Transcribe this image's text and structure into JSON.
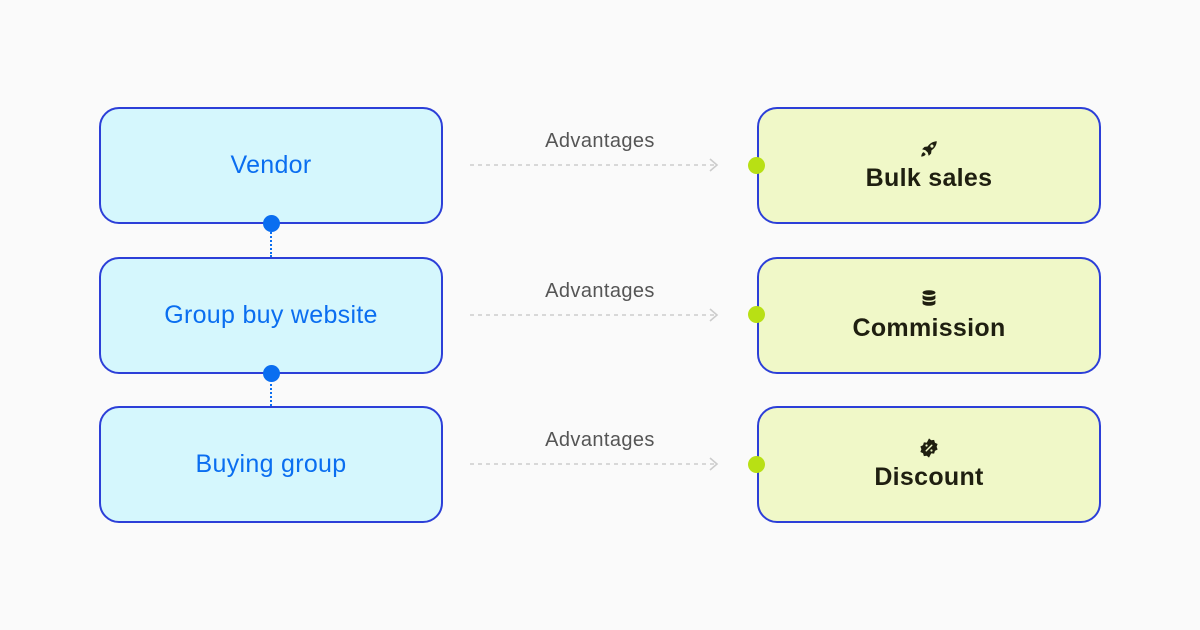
{
  "diagram": {
    "nodes_left": [
      {
        "label": "Vendor"
      },
      {
        "label": "Group buy website"
      },
      {
        "label": "Buying group"
      }
    ],
    "nodes_right": [
      {
        "label": "Bulk sales",
        "icon": "rocket-icon"
      },
      {
        "label": "Commission",
        "icon": "coin-stack-icon"
      },
      {
        "label": "Discount",
        "icon": "discount-badge-icon"
      }
    ],
    "edges": [
      {
        "label": "Advantages"
      },
      {
        "label": "Advantages"
      },
      {
        "label": "Advantages"
      }
    ],
    "colors": {
      "border": "#2c3fd8",
      "left_fill": "#d5f7fd",
      "left_text": "#0a6ef0",
      "right_fill": "#f0f8c8",
      "right_text": "#1f1f10",
      "connector_blue": "#0a6ef0",
      "connector_lime": "#b8e014",
      "arrow": "#cccccc"
    }
  }
}
